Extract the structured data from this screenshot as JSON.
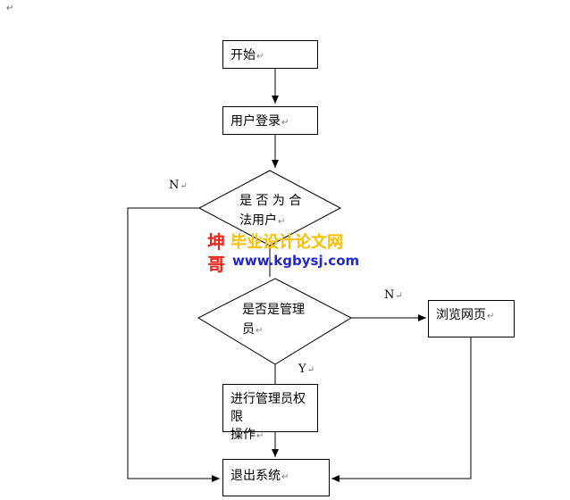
{
  "page": {
    "corner_mark": "↵"
  },
  "flowchart": {
    "start": "开始",
    "login": "用户登录",
    "decision_legal_line1": "是 否 为 合",
    "decision_legal_line2": "法用户",
    "decision_admin_line1": "是否是管理",
    "decision_admin_line2": "员",
    "admin_ops_line1": "进行管理员权限",
    "admin_ops_line2": "操作",
    "browse": "浏览网页",
    "exit": "退出系统",
    "label_n_legal": "N",
    "label_n_admin": "N",
    "label_y_admin": "Y",
    "para_mark": "↵"
  },
  "watermark": {
    "char1": "坤",
    "char2": "哥",
    "line1": "毕业设计论文网",
    "line2": "www.kgbysj.com",
    "colors": {
      "char": "#e8261c",
      "cn": "#f6c000",
      "url": "#2328c8"
    }
  }
}
